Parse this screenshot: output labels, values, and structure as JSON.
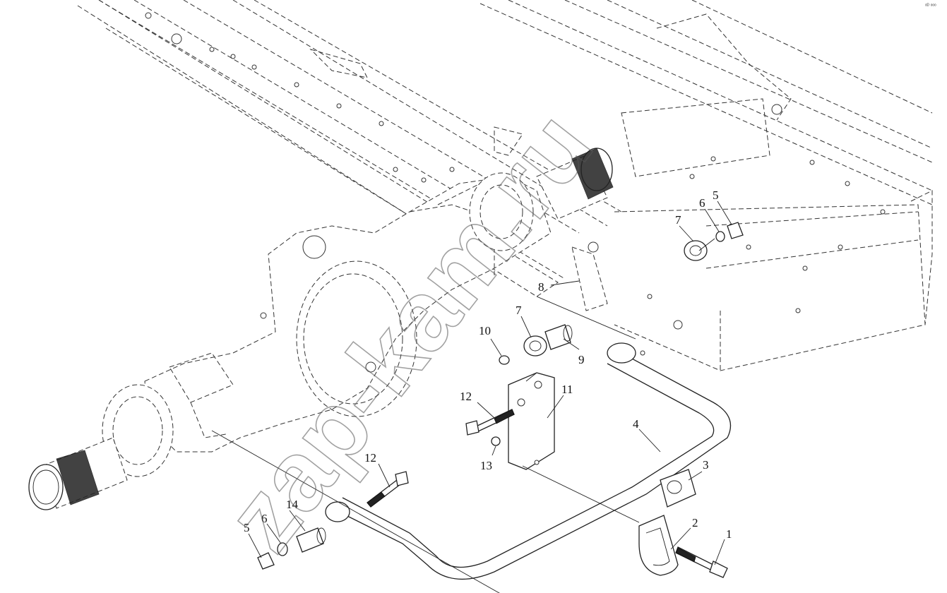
{
  "watermark": "zap-kam.ru",
  "corner_mark": "ᵒᴰ ᵒᵒᵒ",
  "callouts": [
    {
      "id": "c1",
      "label": "1"
    },
    {
      "id": "c2",
      "label": "2"
    },
    {
      "id": "c3",
      "label": "3"
    },
    {
      "id": "c4",
      "label": "4"
    },
    {
      "id": "c5a",
      "label": "5"
    },
    {
      "id": "c5b",
      "label": "5"
    },
    {
      "id": "c6a",
      "label": "6"
    },
    {
      "id": "c6b",
      "label": "6"
    },
    {
      "id": "c7a",
      "label": "7"
    },
    {
      "id": "c7b",
      "label": "7"
    },
    {
      "id": "c8",
      "label": "8"
    },
    {
      "id": "c9",
      "label": "9"
    },
    {
      "id": "c10",
      "label": "10"
    },
    {
      "id": "c11",
      "label": "11"
    },
    {
      "id": "c12a",
      "label": "12"
    },
    {
      "id": "c12b",
      "label": "12"
    },
    {
      "id": "c13",
      "label": "13"
    },
    {
      "id": "c14",
      "label": "14"
    }
  ]
}
